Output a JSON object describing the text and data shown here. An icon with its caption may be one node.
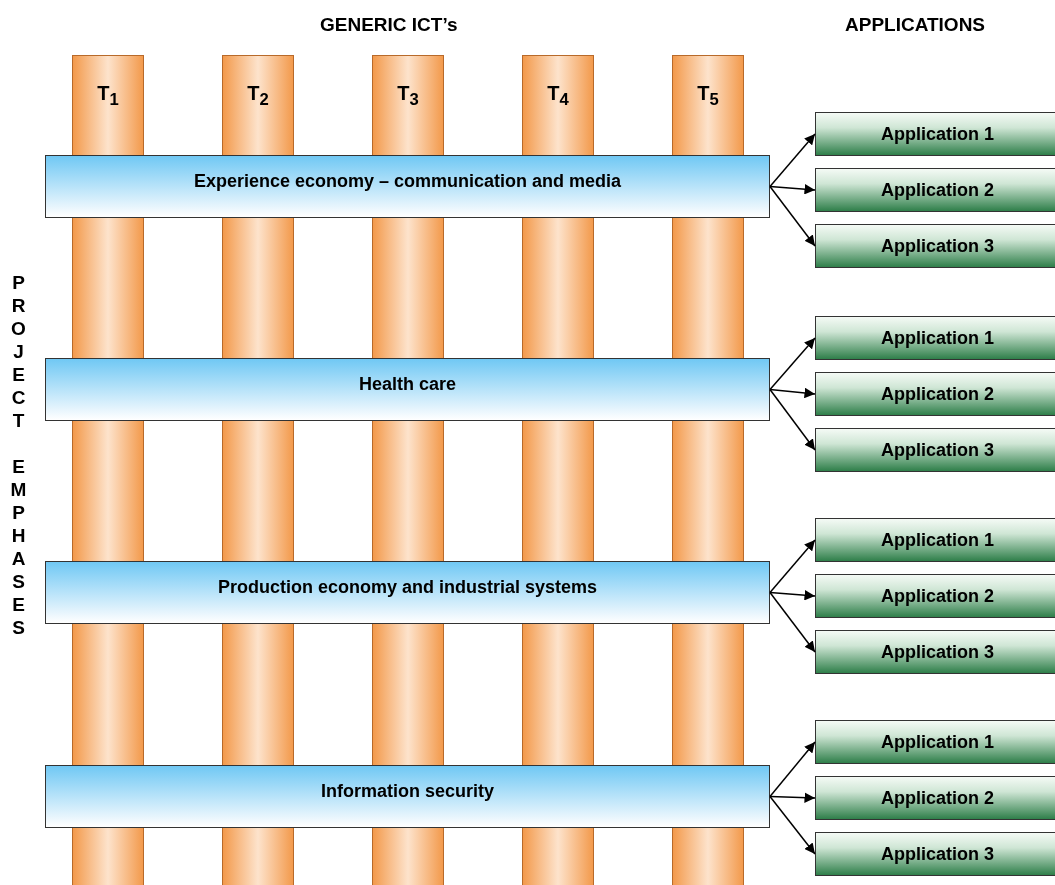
{
  "diagram": {
    "nodes": [
      {
        "text": [
          "T$_{1}$"
        ]
      },
      {
        "text": [
          "T$_{2}$"
        ]
      },
      {
        "text": [
          "T$_{3}$"
        ]
      },
      {
        "text": [
          "T$_{4}$"
        ]
      },
      {
        "text": [
          "T$_{5}$"
        ]
      },
      {
        "text": [
          "Experience economy – communication and media"
        ]
      },
      {
        "text": [
          "Application 1"
        ]
      },
      {
        "text": [
          "Application 2"
        ]
      },
      {
        "text": [
          "Application 3"
        ]
      },
      {
        "text": [
          "Health care"
        ]
      },
      {
        "text": [
          "Application 1"
        ]
      },
      {
        "text": [
          "Application 2"
        ]
      },
      {
        "text": [
          "Application 3"
        ]
      },
      {
        "text": [
          "Production economy and industrial systems"
        ]
      },
      {
        "text": [
          "Application 1"
        ]
      },
      {
        "text": [
          "Application 2"
        ]
      },
      {
        "text": [
          "Application 3"
        ]
      },
      {
        "text": [
          "Information security"
        ]
      },
      {
        "text": [
          "Application 1"
        ]
      },
      {
        "text": [
          "Application 2"
        ]
      },
      {
        "text": [
          "Application 3"
        ]
      }
    ],
    "edges": [
      {
        "from": 5,
        "to": 6,
        "arrow": "to"
      },
      {
        "from": 5,
        "to": 7,
        "arrow": "to"
      },
      {
        "from": 5,
        "to": 8,
        "arrow": "to"
      },
      {
        "from": 9,
        "to": 10,
        "arrow": "to"
      },
      {
        "from": 9,
        "to": 11,
        "arrow": "to"
      },
      {
        "from": 9,
        "to": 12,
        "arrow": "to"
      },
      {
        "from": 13,
        "to": 14,
        "arrow": "to"
      },
      {
        "from": 13,
        "to": 15,
        "arrow": "to"
      },
      {
        "from": 13,
        "to": 16,
        "arrow": "to"
      },
      {
        "from": 17,
        "to": 18,
        "arrow": "to"
      },
      {
        "from": 17,
        "to": 19,
        "arrow": "to"
      },
      {
        "from": 17,
        "to": 20,
        "arrow": "to"
      }
    ],
    "labels": [
      "GENERIC ICT’s",
      "APPLICATIONS",
      "PROJECT EMPHASES"
    ]
  }
}
